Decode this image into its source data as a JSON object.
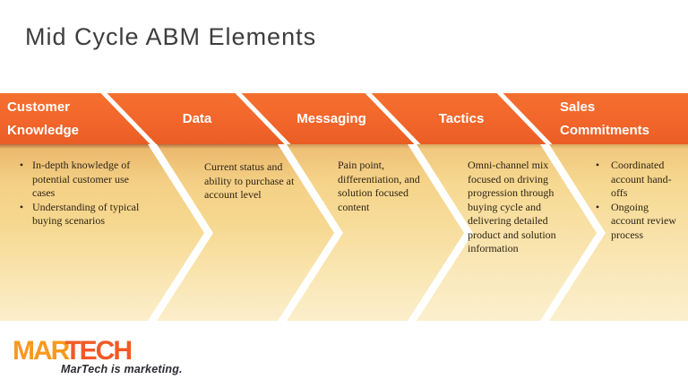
{
  "title": "Mid Cycle ABM Elements",
  "colors": {
    "band_orange": "#F2662B",
    "arrow_gold": "#F5D588",
    "arrow_light": "#FBEECB",
    "body_text": "#2F2415",
    "title_gray": "#3D3D3D",
    "logo_orange": "#F8991D",
    "logo_red": "#F15A25",
    "tagline_dark": "#2B2B33"
  },
  "stages": [
    {
      "label_lines": [
        "Customer",
        "Knowledge"
      ],
      "items": [
        "In-depth knowledge of potential customer use cases",
        "Understanding of typical buying scenarios"
      ]
    },
    {
      "label_lines": [
        "Data"
      ],
      "text": "Current status and ability to purchase at account level"
    },
    {
      "label_lines": [
        "Messaging"
      ],
      "text": "Pain point, differentiation, and solution focused content"
    },
    {
      "label_lines": [
        "Tactics"
      ],
      "text": "Omni-channel mix focused on driving progression through buying cycle and delivering detailed product and solution information"
    },
    {
      "label_lines": [
        "Sales",
        "Commitments"
      ],
      "items": [
        "Coordinated account hand-offs",
        "Ongoing account review process"
      ]
    }
  ],
  "footer": {
    "logo_part1": "MAR",
    "logo_part2": "TECH",
    "tagline": "MarTech is marketing."
  }
}
